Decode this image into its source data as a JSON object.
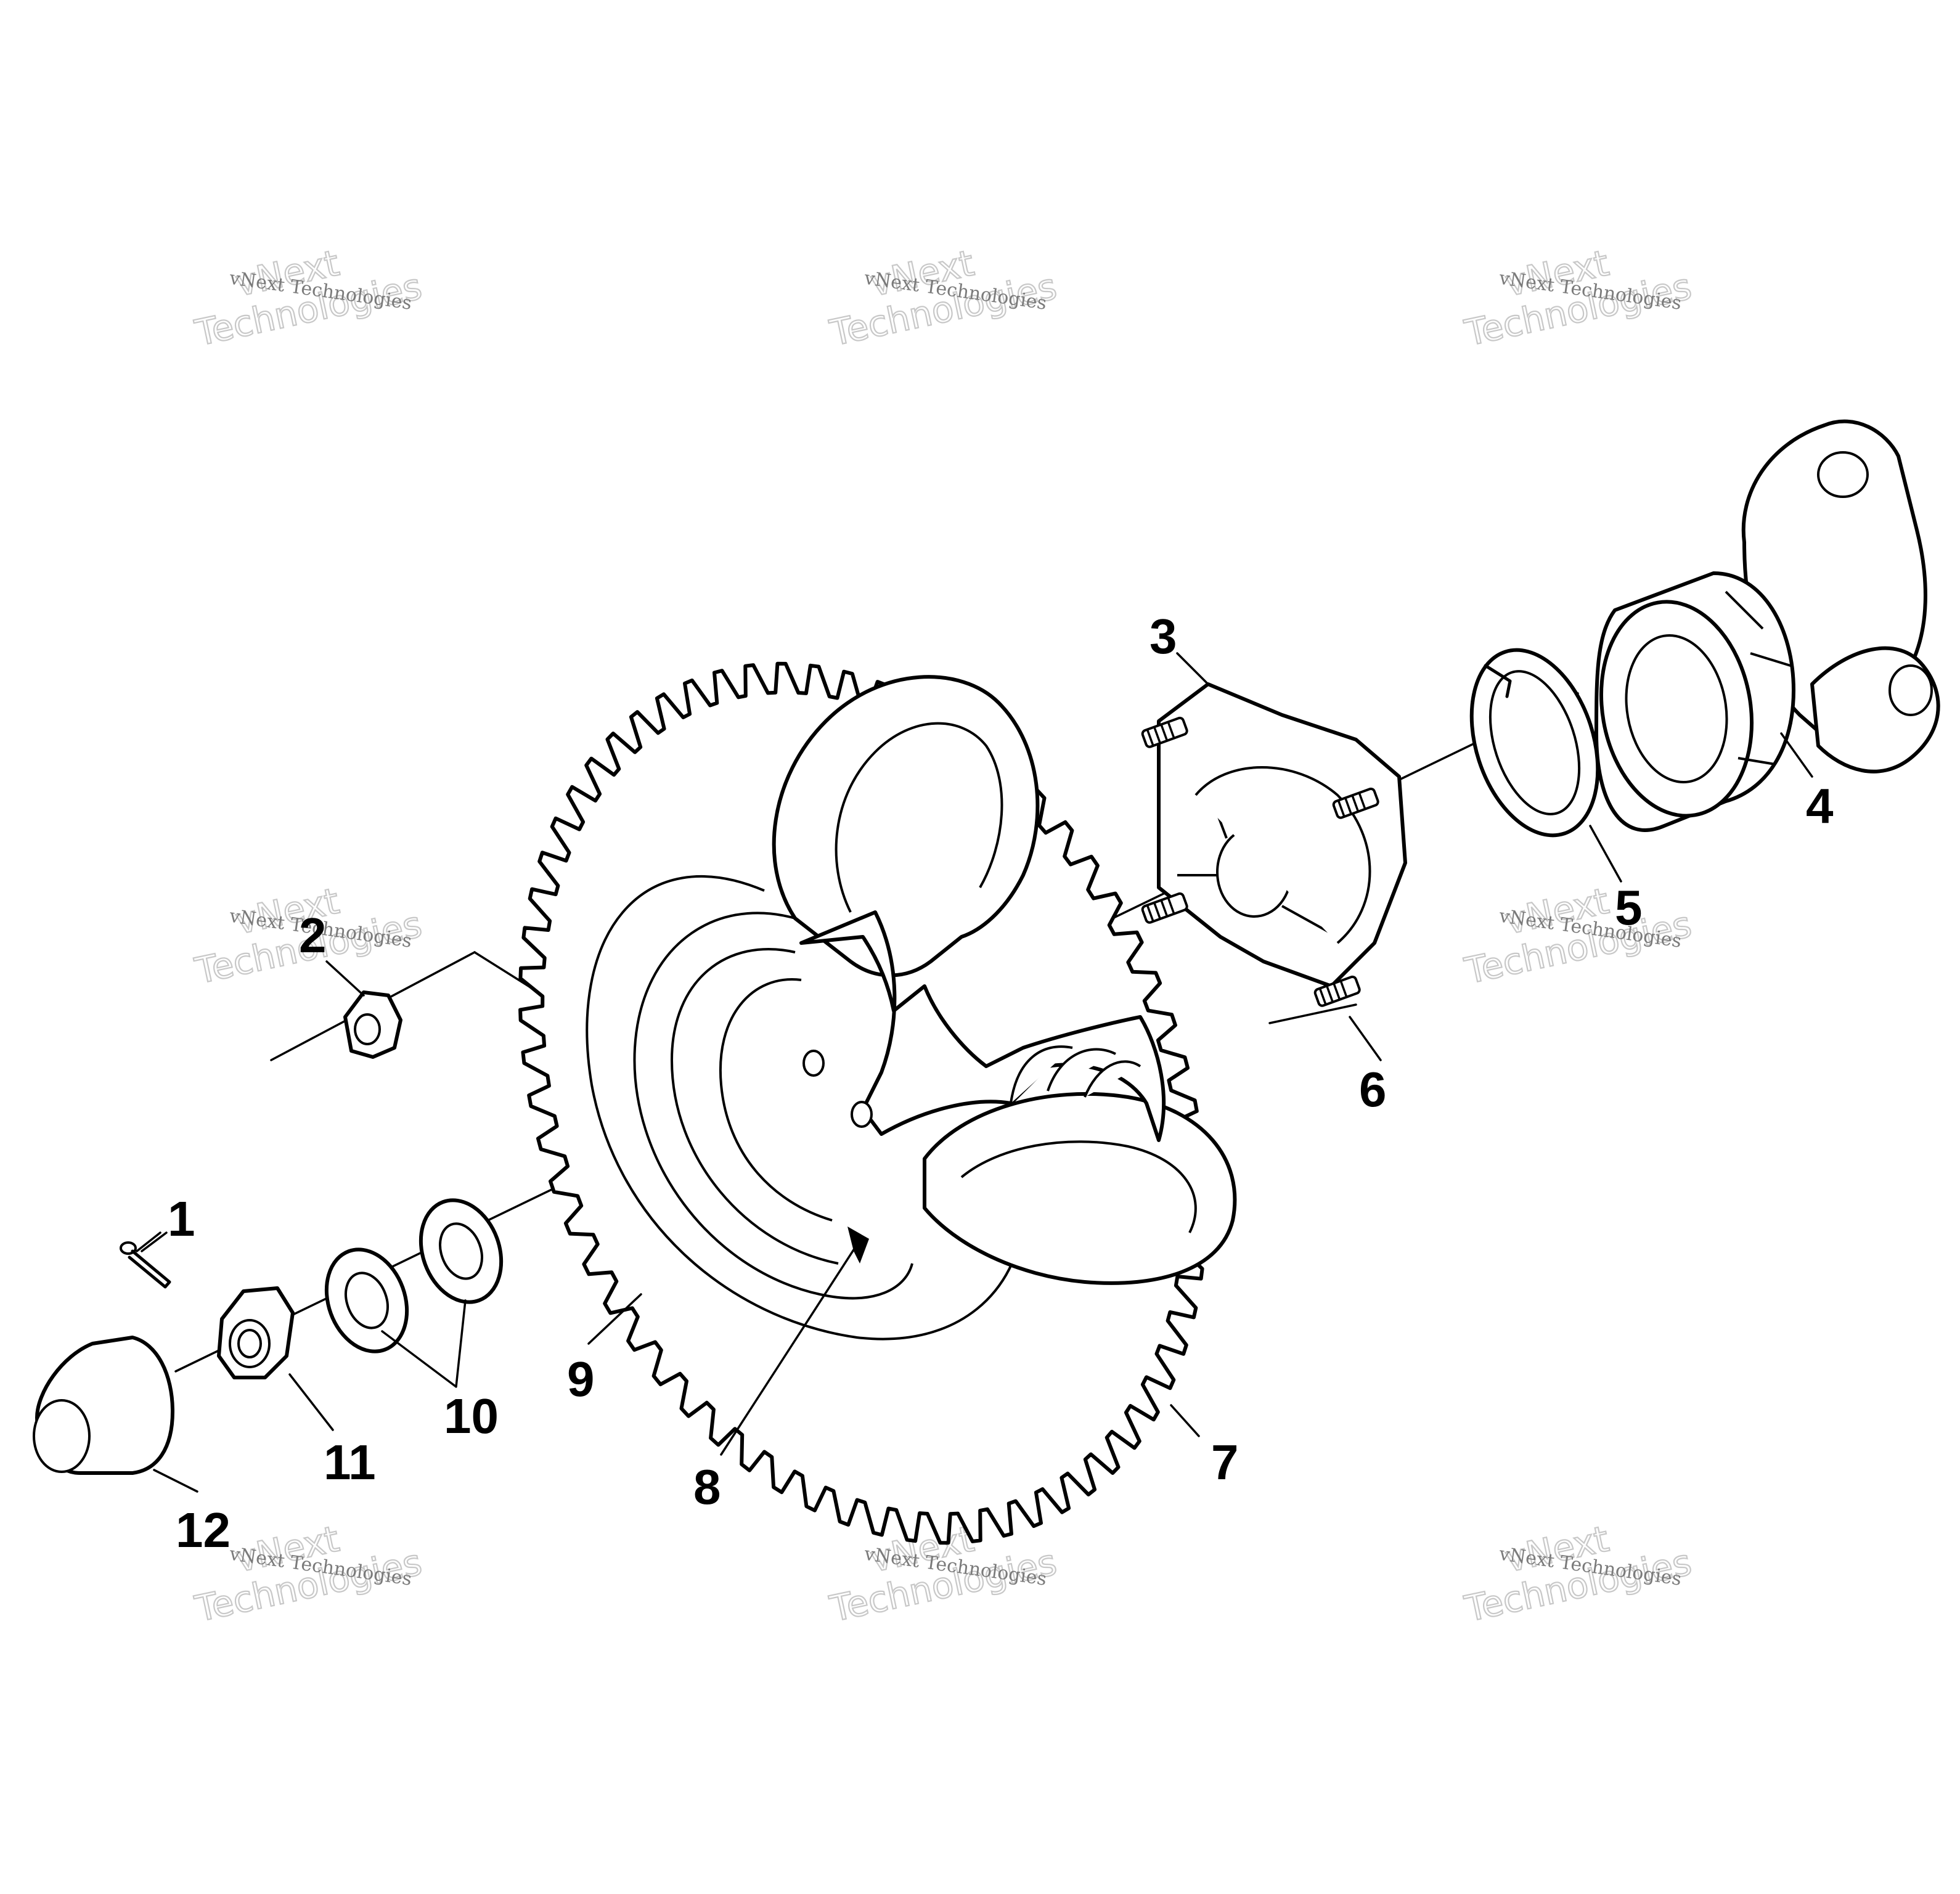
{
  "callouts": {
    "c1": "1",
    "c2": "2",
    "c3": "3",
    "c4": "4",
    "c5": "5",
    "c6": "6",
    "c7": "7",
    "c8": "8",
    "c9": "9",
    "c10": "10",
    "c11": "11",
    "c12": "12"
  },
  "watermark": {
    "line1": "vNext Technologies",
    "line2": "vNext",
    "line3": "Technologies"
  }
}
